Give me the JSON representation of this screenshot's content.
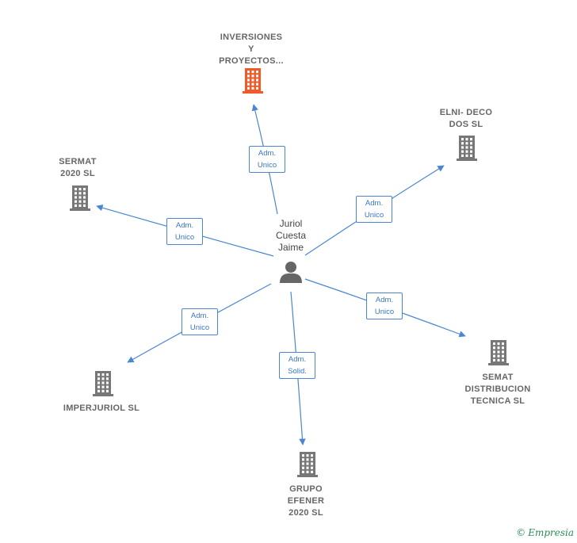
{
  "person": {
    "label": "Juriol\nCuesta\nJaime",
    "icon": "person-icon",
    "color": "#666666"
  },
  "companies": [
    {
      "id": "inversiones",
      "label": "INVERSIONES\nY\nPROYECTOS...",
      "icon": "building-icon",
      "color": "#f05a28"
    },
    {
      "id": "elni",
      "label": "ELNI- DECO\nDOS SL",
      "icon": "building-icon",
      "color": "#777777"
    },
    {
      "id": "sermat",
      "label": "SERMAT\n2020 SL",
      "icon": "building-icon",
      "color": "#777777"
    },
    {
      "id": "semat",
      "label": "SEMAT\nDISTRIBUCION\nTECNICA SL",
      "icon": "building-icon",
      "color": "#777777"
    },
    {
      "id": "imperjuriol",
      "label": "IMPERJURIOL SL",
      "icon": "building-icon",
      "color": "#777777"
    },
    {
      "id": "grupo",
      "label": "GRUPO\nEFENER\n2020 SL",
      "icon": "building-icon",
      "color": "#777777"
    }
  ],
  "edges": [
    {
      "to": "inversiones",
      "label": "Adm.\nUnico"
    },
    {
      "to": "elni",
      "label": "Adm.\nUnico"
    },
    {
      "to": "sermat",
      "label": "Adm.\nUnico"
    },
    {
      "to": "semat",
      "label": "Adm.\nUnico"
    },
    {
      "to": "imperjuriol",
      "label": "Adm.\nUnico"
    },
    {
      "to": "grupo",
      "label": "Adm.\nSolid."
    }
  ],
  "edge_color": "#4a86d4",
  "watermark": {
    "copyright": "©",
    "brand": "Empresia"
  }
}
